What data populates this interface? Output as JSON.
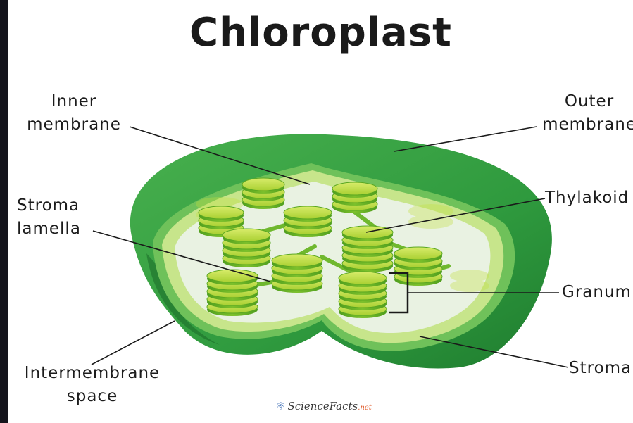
{
  "diagram": {
    "title": "Chloroplast",
    "labels": {
      "inner_membrane": [
        "Inner",
        "membrane"
      ],
      "outer_membrane": [
        "Outer",
        "membrane"
      ],
      "stroma_lamella": [
        "Stroma",
        "lamella"
      ],
      "thylakoid": "Thylakoid",
      "granum": "Granum",
      "intermembrane_space": [
        "Intermembrane",
        "space"
      ],
      "stroma": "Stroma"
    },
    "watermark": {
      "brand": "ScienceFacts",
      "suffix": ".net"
    }
  },
  "colors": {
    "outer_membrane": "#36a142",
    "outer_membrane_dark": "#1e7a2e",
    "inner_membrane": "#b9e07a",
    "intermembrane": "#62bb52",
    "stroma": "#e8f2e0",
    "thylakoid_light": "#c4e040",
    "thylakoid_dark": "#5aa722",
    "leader_line": "#1a1a1a"
  }
}
